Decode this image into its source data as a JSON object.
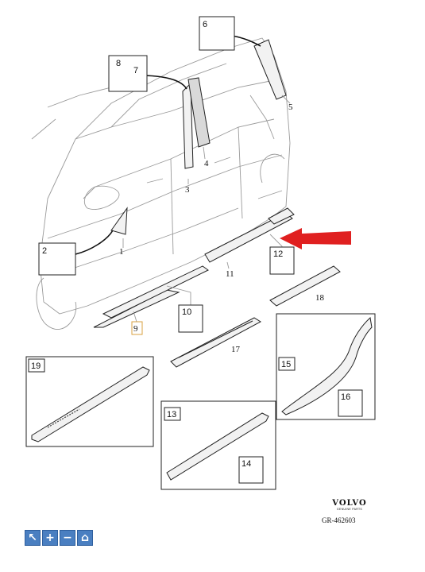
{
  "callouts": [
    "1",
    "2",
    "3",
    "4",
    "5",
    "6",
    "7",
    "8",
    "9",
    "10",
    "11",
    "12",
    "13",
    "14",
    "15",
    "16",
    "17",
    "18",
    "19"
  ],
  "brand": {
    "name": "VOLVO",
    "tagline": "GENUINE PARTS",
    "reference": "GR-462603"
  },
  "toolbar": [
    {
      "icon": "pointer-icon",
      "glyph": "↖"
    },
    {
      "icon": "zoom-in-icon",
      "glyph": "+"
    },
    {
      "icon": "zoom-out-icon",
      "glyph": "−"
    },
    {
      "icon": "home-icon",
      "glyph": "⌂"
    }
  ],
  "colors": {
    "arrow": "#e02020",
    "toolbar": "#4a7fc1"
  }
}
